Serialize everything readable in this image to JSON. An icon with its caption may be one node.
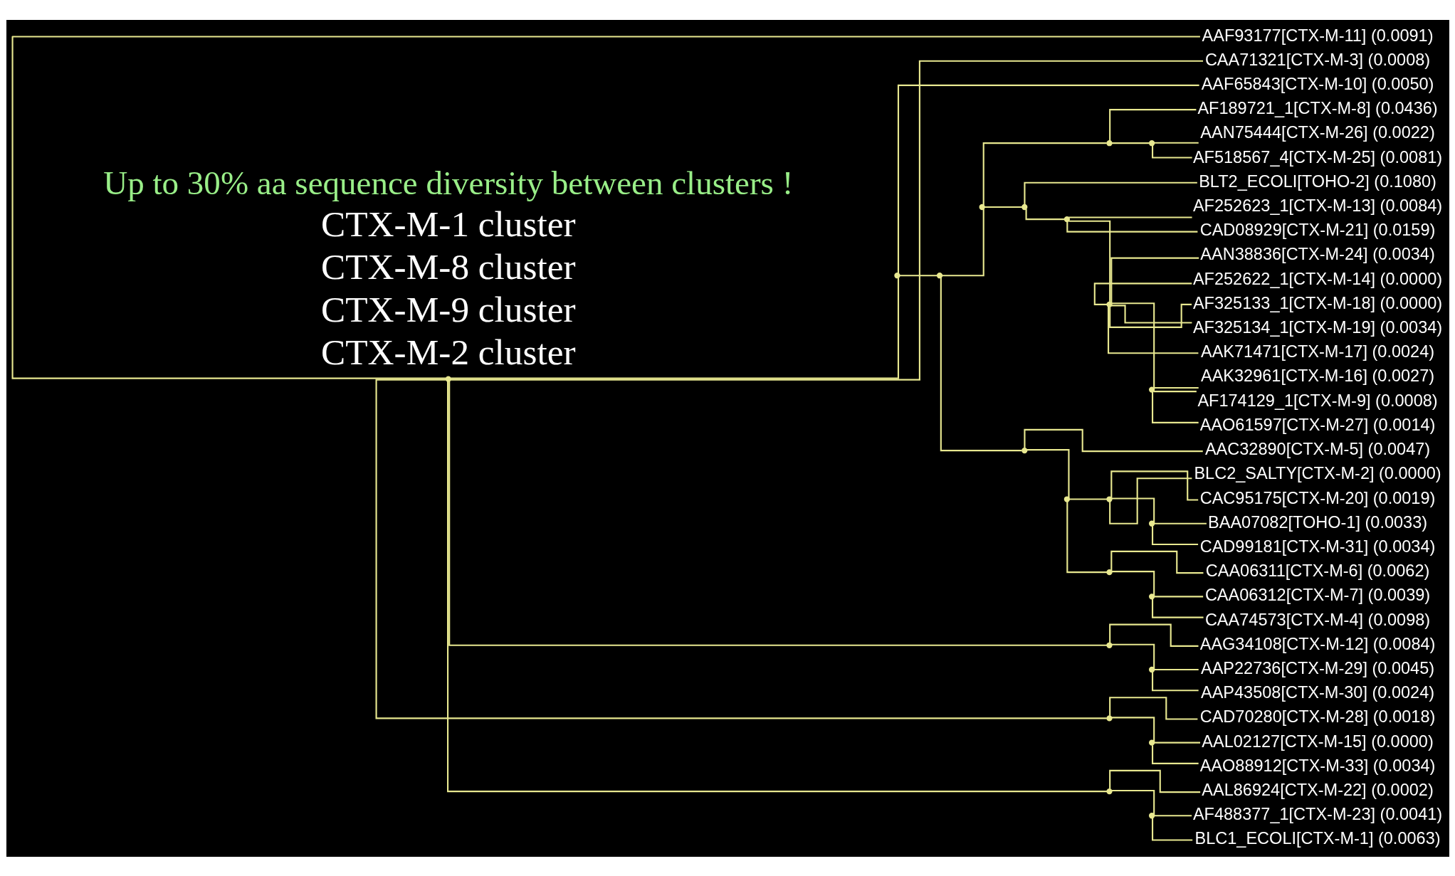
{
  "diagram": {
    "nodes": [
      {
        "text": [
          "AAC32890[CTX-M-5] (0.0047)"
        ]
      },
      {
        "text": [
          "BAA07082[TOHO-1] (0.0033)"
        ]
      },
      {
        "text": [
          "BLC2_SALTY[CTX-M-2] (0.0000)"
        ]
      },
      {
        "text": [
          "CAD99181[CTX-M-31] (0.0034)"
        ]
      },
      {
        "text": [
          "CAC95175[CTX-M-20] (0.0019)"
        ]
      },
      {
        "text": [
          "CAA06311[CTX-M-6] (0.0062)"
        ]
      },
      {
        "text": [
          "CAA06312[CTX-M-7] (0.0039)"
        ]
      },
      {
        "text": [
          "CAA74573[CTX-M-4] (0.0098)"
        ]
      },
      {
        "text": [
          "AAK32961[CTX-M-16] (0.0027)"
        ]
      },
      {
        "text": [
          "AF174129_1[CTX-M-9] (0.0008)"
        ]
      },
      {
        "text": [
          "AAO61597[CTX-M-27] (0.0014)"
        ]
      },
      {
        "text": [
          "AAN38836[CTX-M-24] (0.0034)"
        ]
      },
      {
        "text": [
          "AF252622_1[CTX-M-14] (0.0000)"
        ]
      },
      {
        "text": [
          "AF325133_1[CTX-M-18] (0.0000)"
        ]
      },
      {
        "text": [
          "AF325134_1[CTX-M-19] (0.0034)"
        ]
      },
      {
        "text": [
          "AAK71471[CTX-M-17] (0.0024)"
        ]
      },
      {
        "text": [
          "AF252623_1[CTX-M-13] (0.0084)"
        ]
      },
      {
        "text": [
          "CAD08929[CTX-M-21] (0.0159)"
        ]
      },
      {
        "text": [
          "BLT2_ECOLI[TOHO-2] (0.1080)"
        ]
      },
      {
        "text": [
          "AAN75444[CTX-M-26] (0.0022)"
        ]
      },
      {
        "text": [
          "AF518567_4[CTX-M-25] (0.0081)"
        ]
      },
      {
        "text": [
          "AF189721_1[CTX-M-8] (0.0436)"
        ]
      },
      {
        "text": [
          "AAF65843[CTX-M-10] (0.0050)"
        ]
      },
      {
        "text": [
          "AAF93177[CTX-M-11] (0.0091)"
        ]
      },
      {
        "text": [
          "CAA71321[CTX-M-3] (0.0008)"
        ]
      },
      {
        "text": [
          "AAG34108[CTX-M-12] (0.0084)"
        ]
      },
      {
        "text": [
          "AAP22736[CTX-M-29] (0.0045)"
        ]
      },
      {
        "text": [
          "AAP43508[CTX-M-30] (0.0024)"
        ]
      },
      {
        "text": [
          "AAL02127[CTX-M-15] (0.0000)"
        ]
      },
      {
        "text": [
          "AAO88912[CTX-M-33] (0.0034)"
        ]
      },
      {
        "text": [
          "CAD70280[CTX-M-28] (0.0018)"
        ]
      },
      {
        "text": [
          "AAL86924[CTX-M-22] (0.0002)"
        ]
      },
      {
        "text": [
          "AF488377_1[CTX-M-23] (0.0041)"
        ]
      },
      {
        "text": [
          "BLC1_ECOLI[CTX-M-1] (0.0063)"
        ]
      },
      {
        "text": [],
        "shape": "point"
      },
      {
        "text": [],
        "shape": "point"
      },
      {
        "text": [],
        "shape": "point"
      },
      {
        "text": [],
        "shape": "point"
      },
      {
        "text": [],
        "shape": "point"
      },
      {
        "text": [],
        "shape": "point"
      },
      {
        "text": [],
        "shape": "point"
      },
      {
        "text": [],
        "shape": "point"
      },
      {
        "text": [],
        "shape": "point"
      },
      {
        "text": [],
        "shape": "point"
      },
      {
        "text": [],
        "shape": "point"
      },
      {
        "text": [],
        "shape": "point"
      },
      {
        "text": [],
        "shape": "point"
      },
      {
        "text": [],
        "shape": "point"
      },
      {
        "text": [],
        "shape": "point"
      },
      {
        "text": [],
        "shape": "point"
      },
      {
        "text": [],
        "shape": "point"
      },
      {
        "text": [],
        "shape": "point"
      },
      {
        "text": [],
        "shape": "point"
      },
      {
        "text": [],
        "shape": "point"
      },
      {
        "text": [],
        "shape": "point"
      },
      {
        "text": [],
        "shape": "point"
      }
    ],
    "edges": [
      {
        "from": 34,
        "to": 35,
        "arrow": "none"
      },
      {
        "from": 35,
        "to": 36,
        "arrow": "none"
      },
      {
        "from": 36,
        "to": 40,
        "arrow": "none"
      },
      {
        "from": 40,
        "to": 0,
        "arrow": "none"
      },
      {
        "from": 40,
        "to": 42,
        "arrow": "none"
      },
      {
        "from": 42,
        "to": 44,
        "arrow": "none"
      },
      {
        "from": 44,
        "to": 46,
        "arrow": "none"
      },
      {
        "from": 46,
        "to": 1,
        "arrow": "none"
      },
      {
        "from": 44,
        "to": 2,
        "arrow": "none"
      },
      {
        "from": 46,
        "to": 3,
        "arrow": "none"
      },
      {
        "from": 44,
        "to": 4,
        "arrow": "none"
      },
      {
        "from": 42,
        "to": 48,
        "arrow": "none"
      },
      {
        "from": 48,
        "to": 5,
        "arrow": "none"
      },
      {
        "from": 48,
        "to": 49,
        "arrow": "none"
      },
      {
        "from": 49,
        "to": 6,
        "arrow": "none"
      },
      {
        "from": 49,
        "to": 7,
        "arrow": "none"
      },
      {
        "from": 36,
        "to": 37,
        "arrow": "none"
      },
      {
        "from": 37,
        "to": 39,
        "arrow": "none"
      },
      {
        "from": 39,
        "to": 43,
        "arrow": "none"
      },
      {
        "from": 43,
        "to": 45,
        "arrow": "none"
      },
      {
        "from": 45,
        "to": 47,
        "arrow": "none"
      },
      {
        "from": 47,
        "to": 8,
        "arrow": "none"
      },
      {
        "from": 47,
        "to": 9,
        "arrow": "none"
      },
      {
        "from": 47,
        "to": 10,
        "arrow": "none"
      },
      {
        "from": 45,
        "to": 11,
        "arrow": "none"
      },
      {
        "from": 45,
        "to": 12,
        "arrow": "none"
      },
      {
        "from": 45,
        "to": 13,
        "arrow": "none"
      },
      {
        "from": 45,
        "to": 14,
        "arrow": "none"
      },
      {
        "from": 45,
        "to": 15,
        "arrow": "none"
      },
      {
        "from": 43,
        "to": 16,
        "arrow": "none"
      },
      {
        "from": 43,
        "to": 17,
        "arrow": "none"
      },
      {
        "from": 39,
        "to": 18,
        "arrow": "none"
      },
      {
        "from": 37,
        "to": 38,
        "arrow": "none"
      },
      {
        "from": 38,
        "to": 41,
        "arrow": "none"
      },
      {
        "from": 41,
        "to": 19,
        "arrow": "none"
      },
      {
        "from": 41,
        "to": 20,
        "arrow": "none"
      },
      {
        "from": 38,
        "to": 21,
        "arrow": "none"
      },
      {
        "from": 35,
        "to": 22,
        "arrow": "none"
      },
      {
        "from": 34,
        "to": 23,
        "arrow": "none"
      },
      {
        "from": 34,
        "to": 24,
        "arrow": "none"
      },
      {
        "from": 34,
        "to": 50,
        "arrow": "none"
      },
      {
        "from": 50,
        "to": 25,
        "arrow": "none"
      },
      {
        "from": 50,
        "to": 51,
        "arrow": "none"
      },
      {
        "from": 51,
        "to": 26,
        "arrow": "none"
      },
      {
        "from": 51,
        "to": 27,
        "arrow": "none"
      },
      {
        "from": 34,
        "to": 52,
        "arrow": "none"
      },
      {
        "from": 52,
        "to": 53,
        "arrow": "none"
      },
      {
        "from": 53,
        "to": 28,
        "arrow": "none"
      },
      {
        "from": 53,
        "to": 29,
        "arrow": "none"
      },
      {
        "from": 52,
        "to": 30,
        "arrow": "none"
      },
      {
        "from": 34,
        "to": 54,
        "arrow": "none"
      },
      {
        "from": 54,
        "to": 31,
        "arrow": "none"
      },
      {
        "from": 54,
        "to": 55,
        "arrow": "none"
      },
      {
        "from": 55,
        "to": 32,
        "arrow": "none"
      },
      {
        "from": 55,
        "to": 33,
        "arrow": "none"
      }
    ],
    "labels": [
      "CTX-M-2 cluster",
      "CTX-M-9 cluster",
      "CTX-M-8 cluster",
      "CTX-M-1 cluster",
      "Up to 30% aa sequence diversity between clusters !"
    ]
  }
}
